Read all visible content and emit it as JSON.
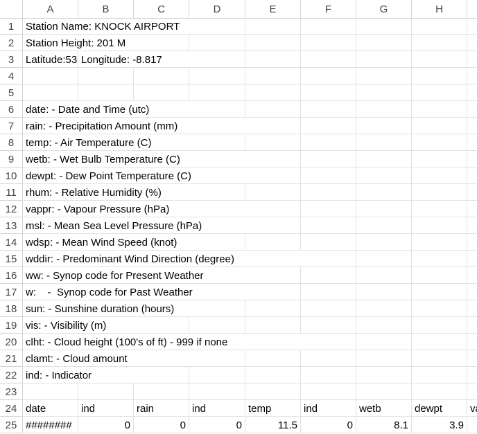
{
  "columns": [
    "A",
    "B",
    "C",
    "D",
    "E",
    "F",
    "G",
    "H"
  ],
  "rows": {
    "r1": {
      "num": "1",
      "a": "Station Name: KNOCK AIRPORT"
    },
    "r2": {
      "num": "2",
      "a": "Station Height: 201 M"
    },
    "r3": {
      "num": "3",
      "a": "Latitude:53",
      "b": "Longitude: -8.817"
    },
    "r4": {
      "num": "4"
    },
    "r5": {
      "num": "5"
    },
    "r6": {
      "num": "6",
      "a": "date:  -  Date and Time (utc)"
    },
    "r7": {
      "num": "7",
      "a": "rain:  -  Precipitation Amount (mm)"
    },
    "r8": {
      "num": "8",
      "a": "temp:  -  Air Temperature (C)"
    },
    "r9": {
      "num": "9",
      "a": "wetb:  -  Wet Bulb Temperature (C)"
    },
    "r10": {
      "num": "10",
      "a": "dewpt: -  Dew Point Temperature (C)"
    },
    "r11": {
      "num": "11",
      "a": "rhum:  -  Relative Humidity (%)"
    },
    "r12": {
      "num": "12",
      "a": "vappr: -  Vapour Pressure (hPa)"
    },
    "r13": {
      "num": "13",
      "a": "msl:  -  Mean Sea Level Pressure (hPa)"
    },
    "r14": {
      "num": "14",
      "a": "wdsp:  -  Mean Wind Speed (knot)"
    },
    "r15": {
      "num": "15",
      "a": "wddir: -  Predominant Wind Direction (degree)"
    },
    "r16": {
      "num": "16",
      "a": "ww:  -  Synop code for Present Weather"
    },
    "r17": {
      "num": "17",
      "a": "w:    -  Synop code for Past Weather"
    },
    "r18": {
      "num": "18",
      "a": "sun:  -  Sunshine duration (hours)"
    },
    "r19": {
      "num": "19",
      "a": "vis:  -  Visibility (m)"
    },
    "r20": {
      "num": "20",
      "a": "clht:  -  Cloud height (100's of ft) - 999 if none"
    },
    "r21": {
      "num": "21",
      "a": "clamt: -  Cloud amount"
    },
    "r22": {
      "num": "22",
      "a": "ind:  -  Indicator"
    },
    "r23": {
      "num": "23"
    },
    "r24": {
      "num": "24",
      "cells": [
        "date",
        "ind",
        "rain",
        "ind",
        "temp",
        "ind",
        "wetb",
        "dewpt",
        "va"
      ]
    },
    "r25": {
      "num": "25",
      "cells": [
        "########",
        "0",
        "0",
        "0",
        "11.5",
        "0",
        "8.1",
        "3.9",
        ""
      ]
    }
  }
}
